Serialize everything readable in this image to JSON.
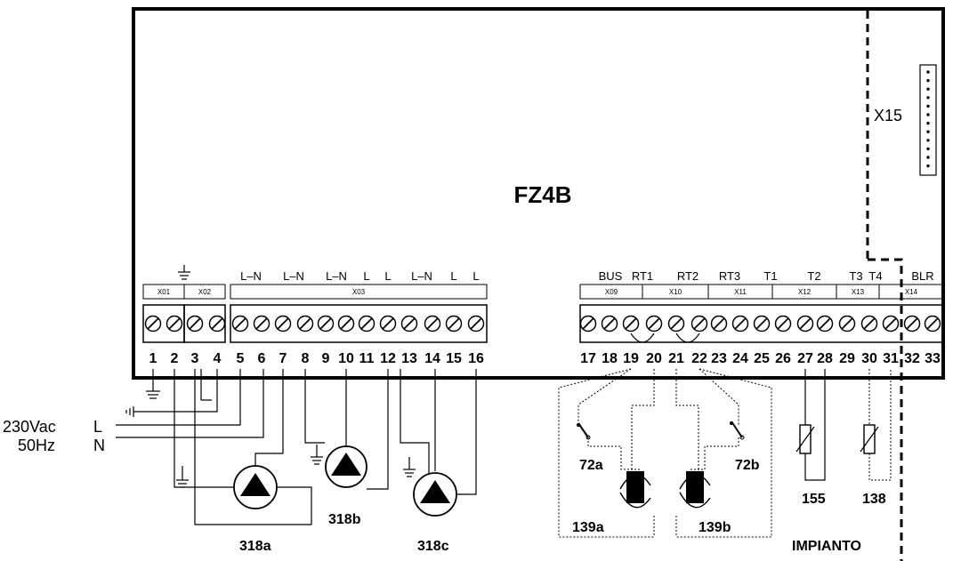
{
  "board": {
    "title": "FZ4B"
  },
  "connector_x15": {
    "label": "X15"
  },
  "terminal_groups": [
    {
      "id": "x01",
      "label": "X01"
    },
    {
      "id": "x02",
      "label": "X02"
    },
    {
      "id": "x03",
      "label": "X03"
    },
    {
      "id": "x09",
      "label": "X09"
    },
    {
      "id": "x10",
      "label": "X10"
    },
    {
      "id": "x11",
      "label": "X11"
    },
    {
      "id": "x12",
      "label": "X12"
    },
    {
      "id": "x13",
      "label": "X13"
    },
    {
      "id": "x14",
      "label": "X14"
    }
  ],
  "top_labels": {
    "left": [
      "L–N",
      "L–N",
      "L–N",
      "L",
      "L",
      "L–N",
      "L",
      "L"
    ],
    "right": [
      "BUS",
      "RT1",
      "RT2",
      "RT3",
      "T1",
      "T2",
      "T3",
      "T4",
      "BLR"
    ]
  },
  "terminals_left": [
    "1",
    "2",
    "3",
    "4",
    "5",
    "6",
    "7",
    "8",
    "9",
    "10",
    "11",
    "12",
    "13",
    "14",
    "15",
    "16"
  ],
  "terminals_right": [
    "17",
    "18",
    "19",
    "20",
    "21",
    "22",
    "23",
    "24",
    "25",
    "26",
    "27",
    "28",
    "29",
    "30",
    "31",
    "32",
    "33"
  ],
  "supply": {
    "voltage": "230Vac",
    "frequency": "50Hz",
    "line": "L",
    "neutral": "N"
  },
  "components": {
    "pump_a": "318a",
    "pump_b": "318b",
    "pump_c": "318c",
    "thermostat_a": "72a",
    "thermostat_b": "72b",
    "actuator_a": "139a",
    "actuator_b": "139b",
    "probe_155": "155",
    "probe_138": "138"
  },
  "plant_label": "IMPIANTO"
}
